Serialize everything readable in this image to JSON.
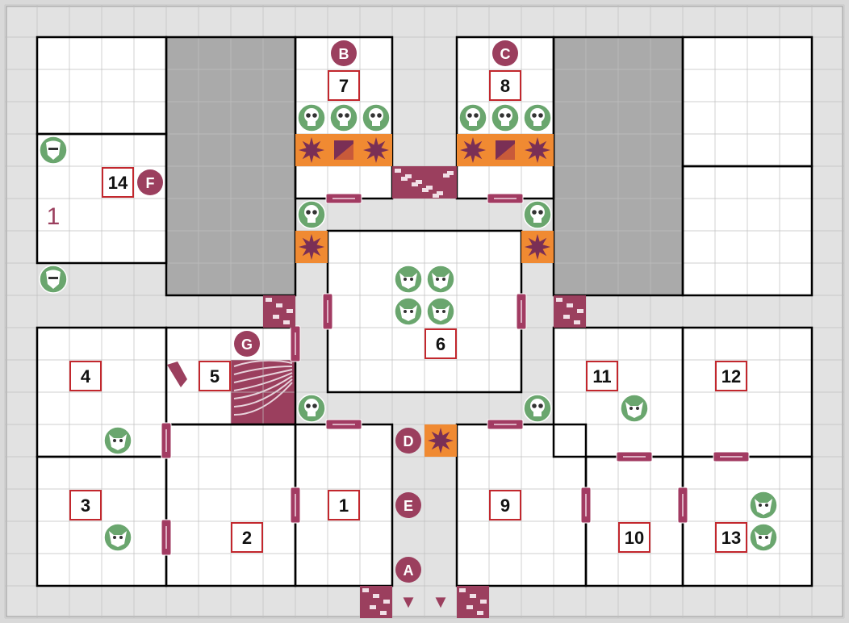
{
  "map": {
    "title": "",
    "colors": {
      "corridor": "#e2e2e2",
      "room": "#ffffff",
      "solid_rock": "#aaaaaa",
      "wall": "#000000",
      "grid": "#bfbfbf",
      "label_border": "#c2272d",
      "marker": "#9b3f5e",
      "monster_green": "#6aa66e",
      "trap_orange": "#f08a32",
      "door": "#a23b62",
      "rubble": "#9b3f5e",
      "stairs": "#9b3f5e"
    },
    "room_numbers": [
      "1",
      "2",
      "3",
      "4",
      "5",
      "6",
      "7",
      "8",
      "9",
      "10",
      "11",
      "12",
      "13",
      "14"
    ],
    "letter_markers": [
      "A",
      "B",
      "C",
      "D",
      "E",
      "F",
      "G"
    ],
    "section_number": "1",
    "entrance_arrows": [
      "▼",
      "▼"
    ],
    "icons": {
      "skeleton": "skull-icon",
      "orc": "orc-icon",
      "chaos_warrior": "chaos-warrior-icon",
      "trap": "pit-trap-icon",
      "falling_block": "falling-block-trap-icon",
      "door": "door-icon",
      "rubble": "rubble-block-icon",
      "stairs": "stairway-icon"
    }
  }
}
